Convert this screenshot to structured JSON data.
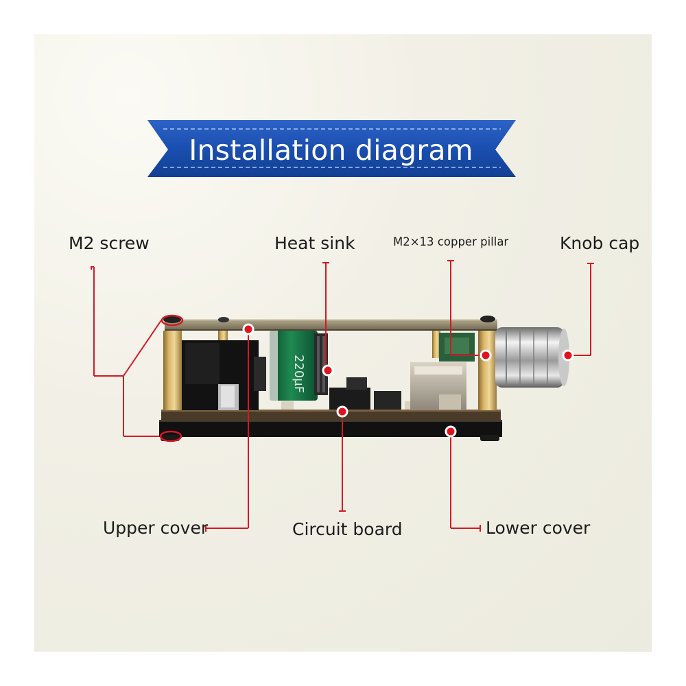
{
  "title": "Installation diagram",
  "labels": {
    "m2_screw": "M2 screw",
    "heat_sink": "Heat sink",
    "copper_pillar": "M2×13 copper pillar",
    "knob_cap": "Knob cap",
    "upper_cover": "Upper cover",
    "circuit_board": "Circuit board",
    "lower_cover": "Lower cover"
  },
  "capacitor_marking": "220µF",
  "colors": {
    "banner": "#1a4fb0",
    "leader_line": "#d51822",
    "marker_dot": "#e0141e"
  }
}
